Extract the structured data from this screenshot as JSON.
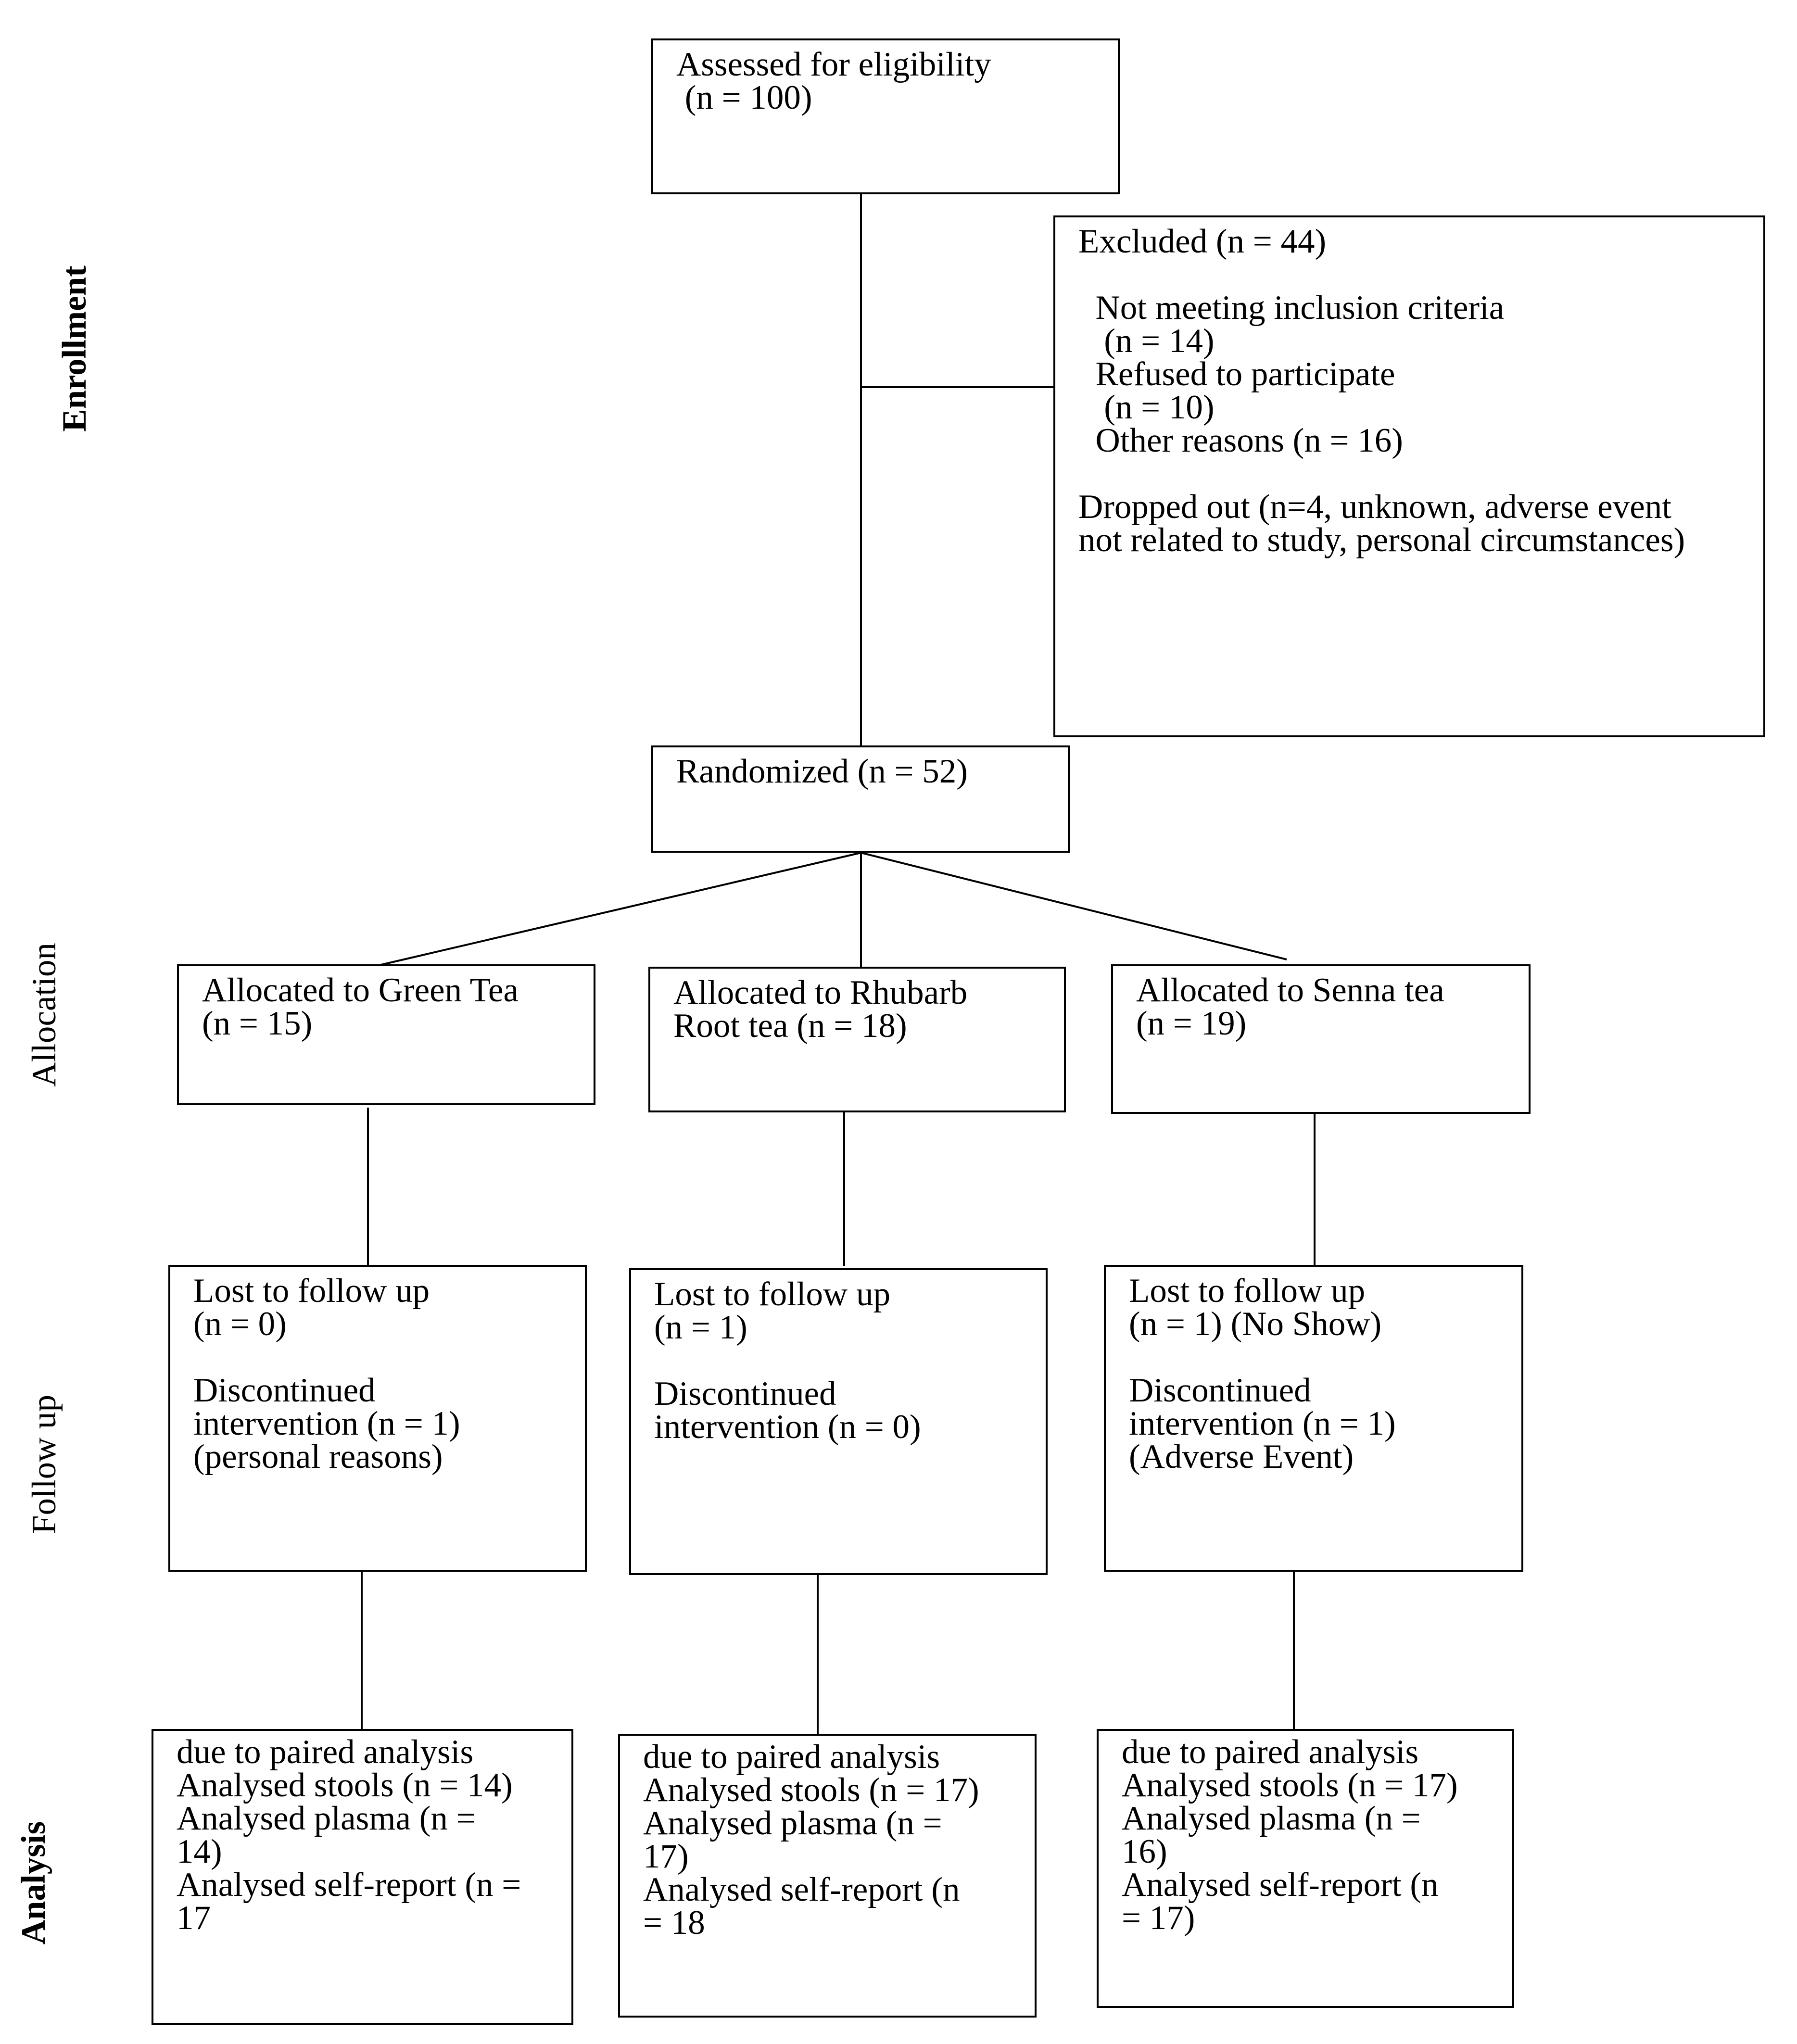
{
  "stages": {
    "enrollment": "Enrollment",
    "allocation": "Allocation",
    "follow_up": "Follow up",
    "analysis": "Analysis"
  },
  "assessed": {
    "lines": [
      "Assessed for eligibility",
      " (n = 100)"
    ]
  },
  "excluded": {
    "title": "Excluded (n = 44)",
    "reasons": [
      "  Not meeting inclusion criteria",
      "   (n = 14)",
      "  Refused to participate",
      "   (n = 10)",
      "  Other reasons (n = 16)"
    ],
    "dropped": [
      "Dropped out (n=4, unknown, adverse event",
      "not related to study, personal circumstances)"
    ]
  },
  "randomized": {
    "label": "Randomized (n = 52)"
  },
  "allocation": {
    "green": [
      "Allocated to Green Tea",
      "(n = 15)"
    ],
    "rhubarb": [
      "Allocated to Rhubarb",
      "Root tea (n = 18)"
    ],
    "senna": [
      "Allocated to Senna tea",
      "(n = 19)"
    ]
  },
  "follow_up": {
    "green": {
      "lost": [
        "Lost to follow up",
        "(n = 0)"
      ],
      "discontinued": [
        "Discontinued",
        "intervention (n = 1)",
        "(personal reasons)"
      ]
    },
    "rhubarb": {
      "lost": [
        "Lost to follow up",
        "(n = 1)"
      ],
      "discontinued": [
        "Discontinued",
        "intervention (n = 0)"
      ]
    },
    "senna": {
      "lost": [
        "Lost to follow up",
        "(n = 1) (No Show)"
      ],
      "discontinued": [
        "Discontinued",
        "intervention (n = 1)",
        "(Adverse Event)"
      ]
    }
  },
  "analysis": {
    "green": [
      "due to paired analysis",
      "Analysed stools (n = 14)",
      "Analysed plasma (n =",
      "14)",
      "Analysed self-report (n =",
      "17"
    ],
    "rhubarb": [
      "due to paired analysis",
      "Analysed stools (n = 17)",
      "Analysed plasma (n =",
      "17)",
      "Analysed self-report (n",
      "= 18"
    ],
    "senna": [
      "due to paired analysis",
      "Analysed stools (n = 17)",
      "Analysed plasma (n =",
      "16)",
      "Analysed self-report (n",
      "= 17)"
    ]
  }
}
